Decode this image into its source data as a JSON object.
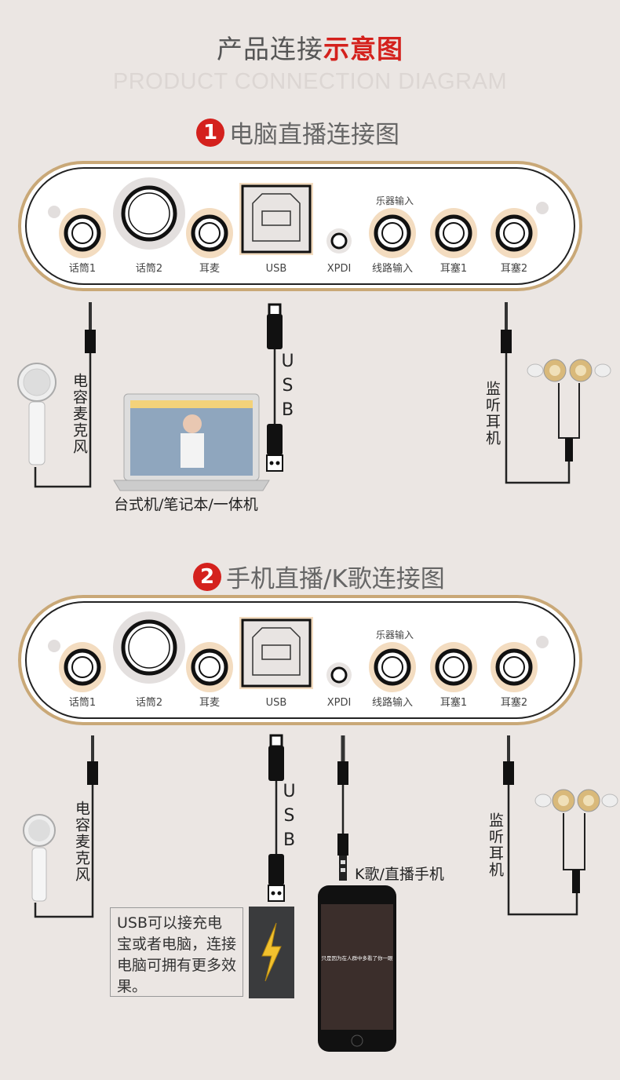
{
  "header": {
    "title_part1": "产品连接",
    "title_part2": "示意图",
    "subtitle": "PRODUCT CONNECTION DIAGRAM"
  },
  "panel": {
    "ports": [
      "话筒1",
      "话筒2",
      "耳麦",
      "USB",
      "XPDI",
      "线路输入",
      "耳塞1",
      "耳塞2"
    ],
    "group_label": "乐器输入"
  },
  "section1": {
    "number": "1",
    "title": "电脑直播连接图",
    "mic_label": "电容麦克风",
    "usb_label": "USB",
    "computer_caption": "台式机/笔记本/一体机",
    "headphone_label": "监听耳机"
  },
  "section2": {
    "number": "2",
    "title": "手机直播/K歌连接图",
    "mic_label": "电容麦克风",
    "usb_label": "USB",
    "phone_label": "K歌/直播手机",
    "note": "USB可以接充电宝或者电脑，连接电脑可拥有更多效果。",
    "phone_lyric": "只是因为在人群中多看了你一眼",
    "headphone_label": "监听耳机"
  },
  "colors": {
    "accent": "#d4211d",
    "port_ring": "#f3dcc0",
    "background": "#ebe6e3",
    "gold": "#c9a877"
  }
}
